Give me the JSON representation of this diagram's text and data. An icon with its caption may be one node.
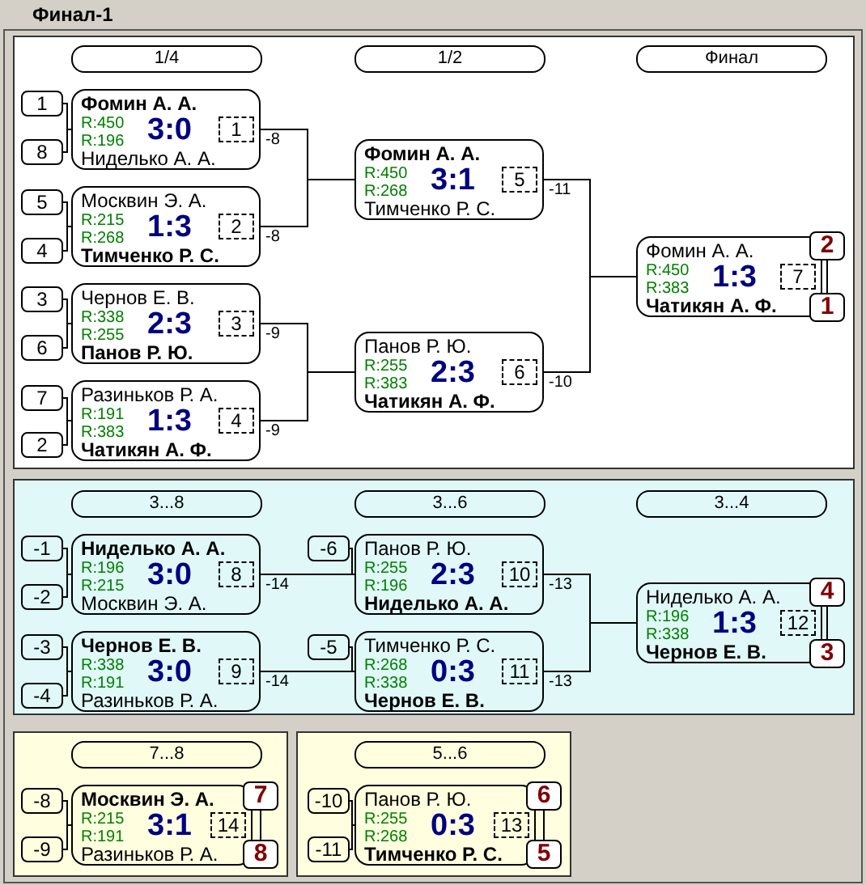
{
  "diagram": {
    "title": "Финал-1",
    "nodes": [
      {
        "text": [],
        "shape": "box"
      },
      {
        "text": [
          "1/4"
        ],
        "in": 0
      },
      {
        "text": [
          "1/2"
        ],
        "in": 0
      },
      {
        "text": [
          "Финал"
        ],
        "in": 0
      },
      {
        "text": [
          "1"
        ],
        "in": 0
      },
      {
        "text": [
          "8"
        ],
        "in": 0
      },
      {
        "text": [
          "Фомин А. А.",
          "R:450",
          "R:196",
          "3:0",
          "Ниделько А. А."
        ],
        "in": 0
      },
      {
        "text": [
          "1"
        ],
        "in": 6
      },
      {
        "text": [
          "5"
        ],
        "in": 0
      },
      {
        "text": [
          "4"
        ],
        "in": 0
      },
      {
        "text": [
          "Москвин Э. А.",
          "R:215",
          "R:268",
          "1:3",
          "Тимченко Р. С."
        ],
        "in": 0
      },
      {
        "text": [
          "2"
        ],
        "in": 10
      },
      {
        "text": [
          "3"
        ],
        "in": 0
      },
      {
        "text": [
          "6"
        ],
        "in": 0
      },
      {
        "text": [
          "Чернов Е. В.",
          "R:338",
          "R:255",
          "2:3",
          "Панов Р. Ю."
        ],
        "in": 0
      },
      {
        "text": [
          "3"
        ],
        "in": 14
      },
      {
        "text": [
          "7"
        ],
        "in": 0
      },
      {
        "text": [
          "2"
        ],
        "in": 0
      },
      {
        "text": [
          "Разиньков Р. А.",
          "R:191",
          "R:383",
          "1:3",
          "Чатикян А. Ф."
        ],
        "in": 0
      },
      {
        "text": [
          "4"
        ],
        "in": 18
      },
      {
        "text": [
          "Фомин А. А.",
          "R:450",
          "R:268",
          "3:1",
          "Тимченко Р. С."
        ],
        "in": 0
      },
      {
        "text": [
          "5"
        ],
        "in": 20
      },
      {
        "text": [
          "Панов Р. Ю.",
          "R:255",
          "R:383",
          "2:3",
          "Чатикян А. Ф."
        ],
        "in": 0
      },
      {
        "text": [
          "6"
        ],
        "in": 22
      },
      {
        "text": [
          "Фомин А. А.",
          "R:450",
          "R:383",
          "1:3",
          "Чатикян А. Ф."
        ],
        "in": 0
      },
      {
        "text": [
          "7"
        ],
        "in": 24
      },
      {
        "text": [
          "2"
        ],
        "in": 0
      },
      {
        "text": [
          "1"
        ],
        "in": 0
      },
      {
        "text": [],
        "shape": "box"
      },
      {
        "text": [
          "3...8"
        ],
        "in": 28
      },
      {
        "text": [
          "3...6"
        ],
        "in": 28
      },
      {
        "text": [
          "3...4"
        ],
        "in": 28
      },
      {
        "text": [
          "-1"
        ],
        "in": 28
      },
      {
        "text": [
          "-2"
        ],
        "in": 28
      },
      {
        "text": [
          "Ниделько А. А.",
          "R:196",
          "R:215",
          "3:0",
          "Москвин Э. А."
        ],
        "in": 28
      },
      {
        "text": [
          "8"
        ],
        "in": 34
      },
      {
        "text": [
          "-3"
        ],
        "in": 28
      },
      {
        "text": [
          "-4"
        ],
        "in": 28
      },
      {
        "text": [
          "Чернов Е. В.",
          "R:338",
          "R:191",
          "3:0",
          "Разиньков Р. А."
        ],
        "in": 28
      },
      {
        "text": [
          "9"
        ],
        "in": 38
      },
      {
        "text": [
          "-6"
        ],
        "in": 28
      },
      {
        "text": [
          "Панов Р. Ю.",
          "R:255",
          "R:196",
          "2:3",
          "Ниделько А. А."
        ],
        "in": 28
      },
      {
        "text": [
          "10"
        ],
        "in": 41
      },
      {
        "text": [
          "-5"
        ],
        "in": 28
      },
      {
        "text": [
          "Тимченко Р. С.",
          "R:268",
          "R:338",
          "0:3",
          "Чернов Е. В."
        ],
        "in": 28
      },
      {
        "text": [
          "11"
        ],
        "in": 44
      },
      {
        "text": [
          "Ниделько А. А.",
          "R:196",
          "R:338",
          "1:3",
          "Чернов Е. В."
        ],
        "in": 28
      },
      {
        "text": [
          "12"
        ],
        "in": 46
      },
      {
        "text": [
          "4"
        ],
        "in": 28
      },
      {
        "text": [
          "3"
        ],
        "in": 28
      },
      {
        "text": [],
        "shape": "box"
      },
      {
        "text": [
          "7...8"
        ],
        "in": 50
      },
      {
        "text": [
          "-8"
        ],
        "in": 50
      },
      {
        "text": [
          "-9"
        ],
        "in": 50
      },
      {
        "text": [
          "Москвин Э. А.",
          "R:215",
          "R:191",
          "3:1",
          "Разиньков Р. А."
        ],
        "in": 50
      },
      {
        "text": [
          "14"
        ],
        "in": 54
      },
      {
        "text": [
          "7"
        ],
        "in": 50
      },
      {
        "text": [
          "8"
        ],
        "in": 50
      },
      {
        "text": [],
        "shape": "box"
      },
      {
        "text": [
          "5...6"
        ],
        "in": 58
      },
      {
        "text": [
          "-10"
        ],
        "in": 58
      },
      {
        "text": [
          "-11"
        ],
        "in": 58
      },
      {
        "text": [
          "Панов Р. Ю.",
          "R:255",
          "R:268",
          "0:3",
          "Тимченко Р. С."
        ],
        "in": 58
      },
      {
        "text": [
          "13"
        ],
        "in": 62
      },
      {
        "text": [
          "6"
        ],
        "in": 58
      },
      {
        "text": [
          "5"
        ],
        "in": 58
      }
    ],
    "edges": [
      {
        "from": 4,
        "to": 6,
        "arrow": "none"
      },
      {
        "from": 5,
        "to": 6,
        "arrow": "none"
      },
      {
        "from": 8,
        "to": 10,
        "arrow": "none"
      },
      {
        "from": 9,
        "to": 10,
        "arrow": "none"
      },
      {
        "from": 12,
        "to": 14,
        "arrow": "none"
      },
      {
        "from": 13,
        "to": 14,
        "arrow": "none"
      },
      {
        "from": 16,
        "to": 18,
        "arrow": "none"
      },
      {
        "from": 17,
        "to": 18,
        "arrow": "none"
      },
      {
        "from": 6,
        "to": 20,
        "arrow": "none",
        "label": "-8"
      },
      {
        "from": 10,
        "to": 20,
        "arrow": "none",
        "label": "-8"
      },
      {
        "from": 14,
        "to": 22,
        "arrow": "none",
        "label": "-9"
      },
      {
        "from": 18,
        "to": 22,
        "arrow": "none",
        "label": "-9"
      },
      {
        "from": 20,
        "to": 24,
        "arrow": "none",
        "label": "-11"
      },
      {
        "from": 22,
        "to": 24,
        "arrow": "none",
        "label": "-10"
      },
      {
        "from": 26,
        "to": 27,
        "arrow": "none"
      },
      {
        "from": 32,
        "to": 34,
        "arrow": "none"
      },
      {
        "from": 33,
        "to": 34,
        "arrow": "none"
      },
      {
        "from": 36,
        "to": 38,
        "arrow": "none"
      },
      {
        "from": 37,
        "to": 38,
        "arrow": "none"
      },
      {
        "from": 40,
        "to": 41,
        "arrow": "none"
      },
      {
        "from": 43,
        "to": 44,
        "arrow": "none"
      },
      {
        "from": 34,
        "to": 41,
        "arrow": "none",
        "label": "-14"
      },
      {
        "from": 38,
        "to": 44,
        "arrow": "none",
        "label": "-14"
      },
      {
        "from": 41,
        "to": 46,
        "arrow": "none",
        "label": "-13"
      },
      {
        "from": 44,
        "to": 46,
        "arrow": "none",
        "label": "-13"
      },
      {
        "from": 48,
        "to": 49,
        "arrow": "none"
      },
      {
        "from": 52,
        "to": 54,
        "arrow": "none"
      },
      {
        "from": 53,
        "to": 54,
        "arrow": "none"
      },
      {
        "from": 56,
        "to": 57,
        "arrow": "none"
      },
      {
        "from": 60,
        "to": 62,
        "arrow": "none"
      },
      {
        "from": 61,
        "to": 62,
        "arrow": "none"
      },
      {
        "from": 64,
        "to": 65,
        "arrow": "none"
      }
    ]
  }
}
